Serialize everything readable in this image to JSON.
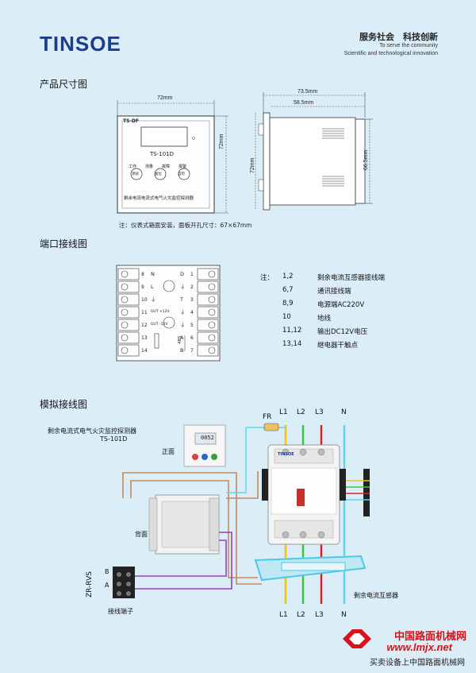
{
  "header": {
    "logo": "TINSOE",
    "slogan_cn": "服务社会　科技创新",
    "slogan_en_1": "To serve the community",
    "slogan_en_2": "Scientific and technological innovation"
  },
  "sections": {
    "dimensions": "产品尺寸图",
    "port_wiring": "端口接线图",
    "simulated_wiring": "模拟接线图"
  },
  "front_view": {
    "brand": "TS-DF",
    "model": "TS-101D",
    "indicators": [
      "工作",
      "测量",
      "故障",
      "报警"
    ],
    "buttons": [
      "测试",
      "复位",
      "自检"
    ],
    "caption": "剩余电流电流式电气火灾监控探测器",
    "dim_width": "72mm",
    "dim_height": "72mm"
  },
  "side_view": {
    "dim_total": "73.5mm",
    "dim_body": "58.5mm",
    "dim_height": "72mm",
    "dim_inner": "66.5mm"
  },
  "install_note": "注：仪表式箱面安装，面板开孔尺寸：67×67mm",
  "terminal_block": {
    "left": [
      {
        "num": "8",
        "label": "N"
      },
      {
        "num": "9",
        "label": "L"
      },
      {
        "num": "10",
        "label": "⏚"
      },
      {
        "num": "11",
        "label": "OUT +12V"
      },
      {
        "num": "12",
        "label": "OUT -12V"
      },
      {
        "num": "13",
        "label": ""
      },
      {
        "num": "14",
        "label": ""
      }
    ],
    "right": [
      {
        "num": "1",
        "label": "D"
      },
      {
        "num": "2",
        "label": "⏚"
      },
      {
        "num": "3",
        "label": "T"
      },
      {
        "num": "4",
        "label": "⏚"
      },
      {
        "num": "5",
        "label": "⏚"
      },
      {
        "num": "6",
        "label": "A"
      },
      {
        "num": "7",
        "label": "B"
      }
    ],
    "bus_label": "485"
  },
  "legend": {
    "title": "注：",
    "rows": [
      {
        "pins": "1,2",
        "desc": "剩余电流互感器接线端"
      },
      {
        "pins": "6,7",
        "desc": "通讯接线端"
      },
      {
        "pins": "8,9",
        "desc": "电源端AC220V"
      },
      {
        "pins": "10",
        "desc": "地线"
      },
      {
        "pins": "11,12",
        "desc": "输出DC12V电压"
      },
      {
        "pins": "13,14",
        "desc": "继电器干触点"
      }
    ]
  },
  "wiring": {
    "device_title": "剩余电流式电气火灾监控探测器",
    "device_model": "TS-101D",
    "front_label": "正面",
    "back_label": "背面",
    "fuse_label": "FR",
    "phases_top": [
      "L1",
      "L2",
      "L3",
      "N"
    ],
    "phases_bottom": [
      "L1",
      "L2",
      "L3",
      "N"
    ],
    "ct_label": "剩余电流互感器",
    "terminal_label": "接线端子",
    "bus_name": "ZR-RVS",
    "bus_b": "B",
    "bus_a": "A",
    "display_value": "0052",
    "breaker_brand": "TINSOE"
  },
  "watermark": {
    "line1": "中国路面机械网",
    "line2": "www.lmjx.net",
    "line3": "买卖设备上中国路面机械网"
  },
  "colors": {
    "background": "#dbeef8",
    "logo": "#1a3d8f",
    "L1": "#f2c21a",
    "L2": "#3cc83c",
    "L3": "#e02020",
    "N": "#5ed6ee",
    "signal": "#c8885a",
    "bus": "#9a3cc0",
    "ct": "#4ac8e6",
    "watermark": "#d8121a"
  }
}
